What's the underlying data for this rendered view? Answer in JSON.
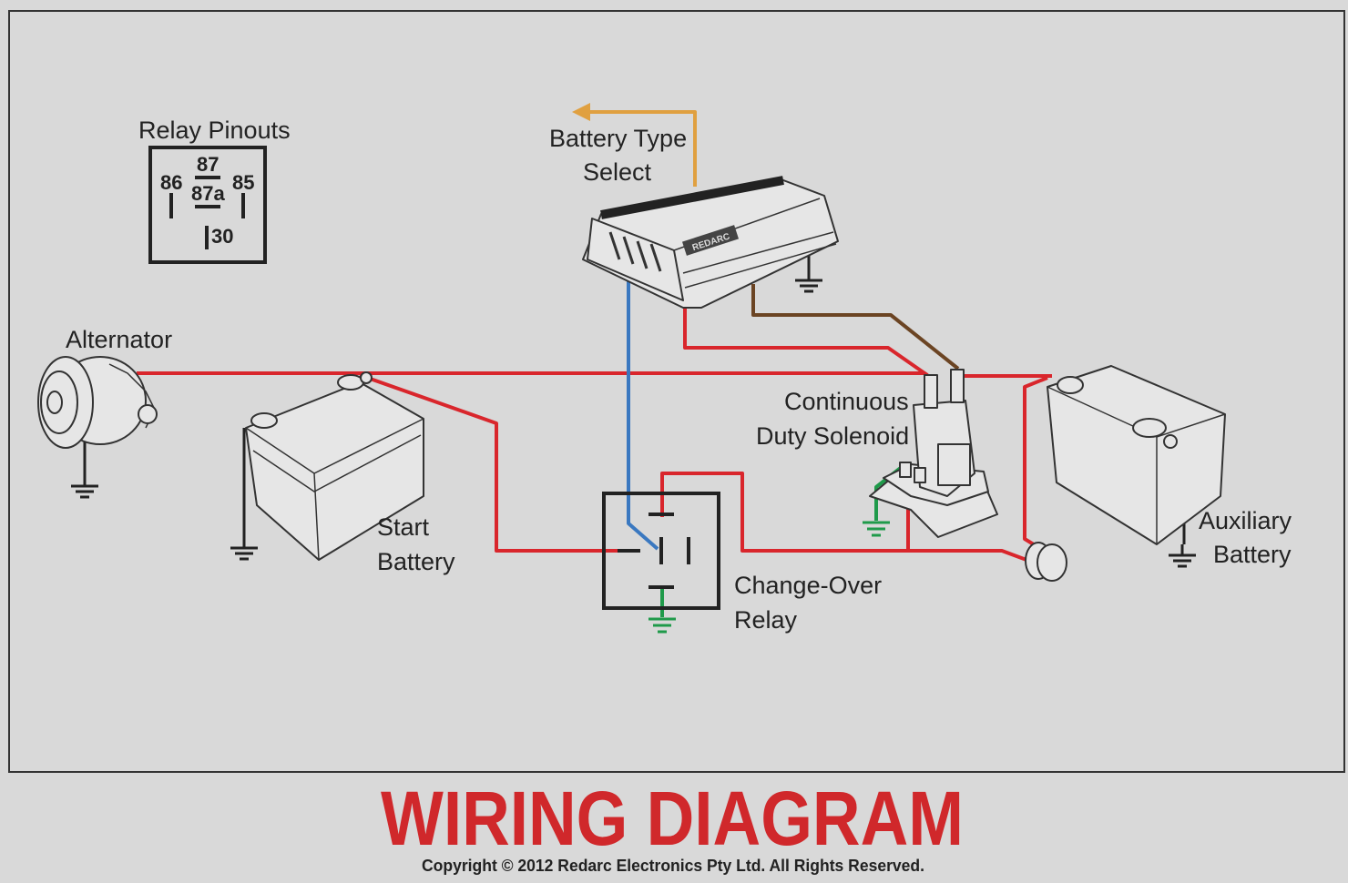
{
  "title": "WIRING DIAGRAM",
  "copyright": "Copyright © 2012 Redarc Electronics Pty Ltd. All Rights Reserved.",
  "relay_pinouts": {
    "heading": "Relay Pinouts",
    "pins": [
      "86",
      "87",
      "87a",
      "85",
      "30"
    ]
  },
  "labels": {
    "battery_type_select": [
      "Battery Type",
      "Select"
    ],
    "alternator": "Alternator",
    "start_battery": [
      "Start",
      "Battery"
    ],
    "solenoid": [
      "Continuous",
      "Duty Solenoid"
    ],
    "change_over_relay": [
      "Change-Over",
      "Relay"
    ],
    "auxiliary_battery": [
      "Auxiliary",
      "Battery"
    ]
  },
  "device_brand": "REDARC",
  "colors": {
    "background": "#d9d9d9",
    "positive_wire": "#d9262c",
    "signal_wire": "#3a78c0",
    "ground_wire": "#1f9a4a",
    "brown_wire": "#6b4423",
    "select_wire": "#e0a040",
    "title": "#d0282b"
  }
}
